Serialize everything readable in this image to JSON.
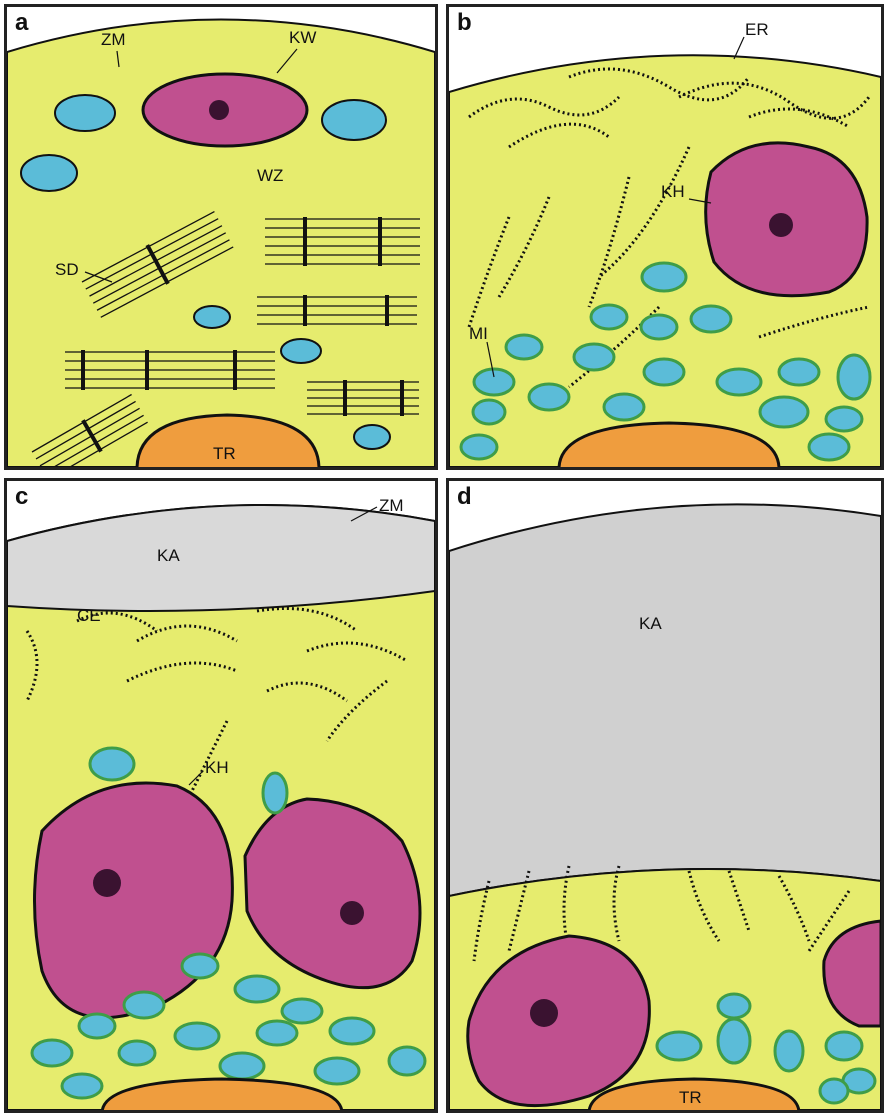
{
  "panels": {
    "a": {
      "letter": "a",
      "labels": {
        "zm": "ZM",
        "kw": "KW",
        "wz": "WZ",
        "sd": "SD",
        "tr": "TR"
      }
    },
    "b": {
      "letter": "b",
      "labels": {
        "er": "ER",
        "kh": "KH",
        "mi": "MI"
      }
    },
    "c": {
      "letter": "c",
      "labels": {
        "zm": "ZM",
        "ka": "KA",
        "ce": "CE",
        "kh": "KH"
      }
    },
    "d": {
      "letter": "d",
      "labels": {
        "ka": "KA",
        "tr": "TR"
      }
    }
  },
  "colors": {
    "cytoplasm": "#e6ec6e",
    "mitochondria": "#5bbcd8",
    "mito_rim": "#3f9d48",
    "nucleus": "#c0508f",
    "crystal": "#ef9d3e",
    "ink": "#111111"
  }
}
